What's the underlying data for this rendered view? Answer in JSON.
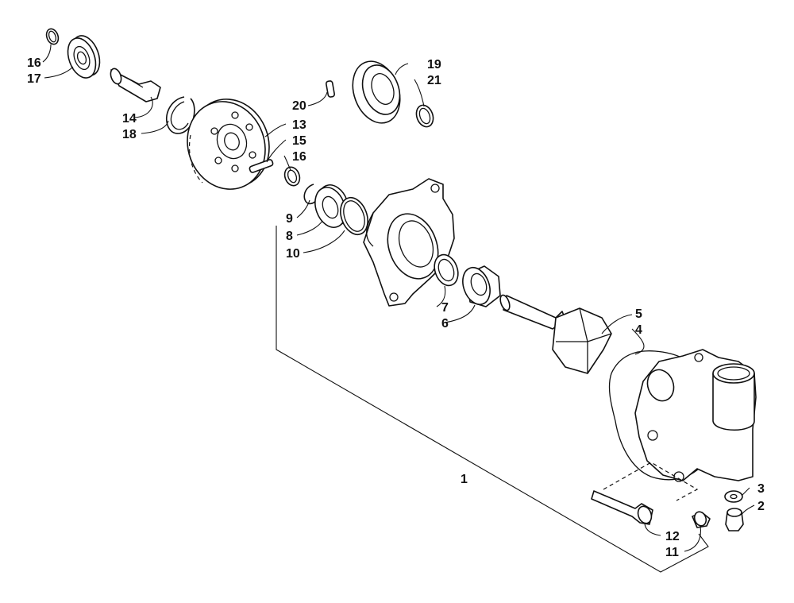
{
  "callouts": [
    {
      "id": "c16a",
      "text": "16"
    },
    {
      "id": "c17",
      "text": "17"
    },
    {
      "id": "c14",
      "text": "14"
    },
    {
      "id": "c18",
      "text": "18"
    },
    {
      "id": "c20",
      "text": "20"
    },
    {
      "id": "c13",
      "text": "13"
    },
    {
      "id": "c15",
      "text": "15"
    },
    {
      "id": "c16b",
      "text": "16"
    },
    {
      "id": "c19",
      "text": "19"
    },
    {
      "id": "c21",
      "text": "21"
    },
    {
      "id": "c9",
      "text": "9"
    },
    {
      "id": "c8",
      "text": "8"
    },
    {
      "id": "c10",
      "text": "10"
    },
    {
      "id": "c7",
      "text": "7"
    },
    {
      "id": "c6",
      "text": "6"
    },
    {
      "id": "c5",
      "text": "5"
    },
    {
      "id": "c4",
      "text": "4"
    },
    {
      "id": "c1",
      "text": "1"
    },
    {
      "id": "c3",
      "text": "3"
    },
    {
      "id": "c2",
      "text": "2"
    },
    {
      "id": "c12",
      "text": "12"
    },
    {
      "id": "c11",
      "text": "11"
    }
  ],
  "colors": {
    "ink": "#111111",
    "paper": "#ffffff"
  }
}
